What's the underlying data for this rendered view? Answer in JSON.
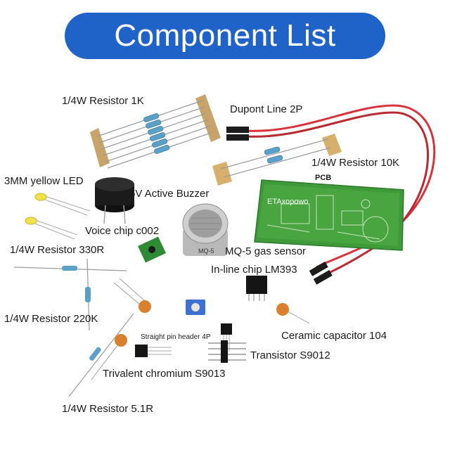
{
  "title": "Component List",
  "labels": {
    "resistor_1k": "1/4W Resistor 1K",
    "dupont": "Dupont Line 2P",
    "resistor_10k": "1/4W Resistor 10K",
    "pcb": "PCB",
    "yellow_led": "3MM yellow LED",
    "buzzer": "5V Active Buzzer",
    "voice_chip": "Voice chip c002",
    "resistor_330r": "1/4W Resistor 330R",
    "mq5": "MQ-5 gas sensor",
    "lm393": "In-line chip LM393",
    "resistor_220k": "1/4W Resistor 220K",
    "ceramic_cap": "Ceramic capacitor 104",
    "pin_header": "Straight pin header 4P",
    "s9012": "Transistor S9012",
    "s9013": "Trivalent chromium S9013",
    "resistor_5r1": "1/4W Resistor 5.1R"
  },
  "silkscreen": {
    "pcb_brand": "ETAxopowo",
    "sensor_marking": "MQ-5"
  },
  "colors": {
    "title_bg": "#1f63c9",
    "pcb_green": "#3f9a3a",
    "wire_red": "#d8323a",
    "resistor_body": "#5aa0c8",
    "ceramic_cap": "#d9802e",
    "led_yellow": "#f2e24a"
  }
}
